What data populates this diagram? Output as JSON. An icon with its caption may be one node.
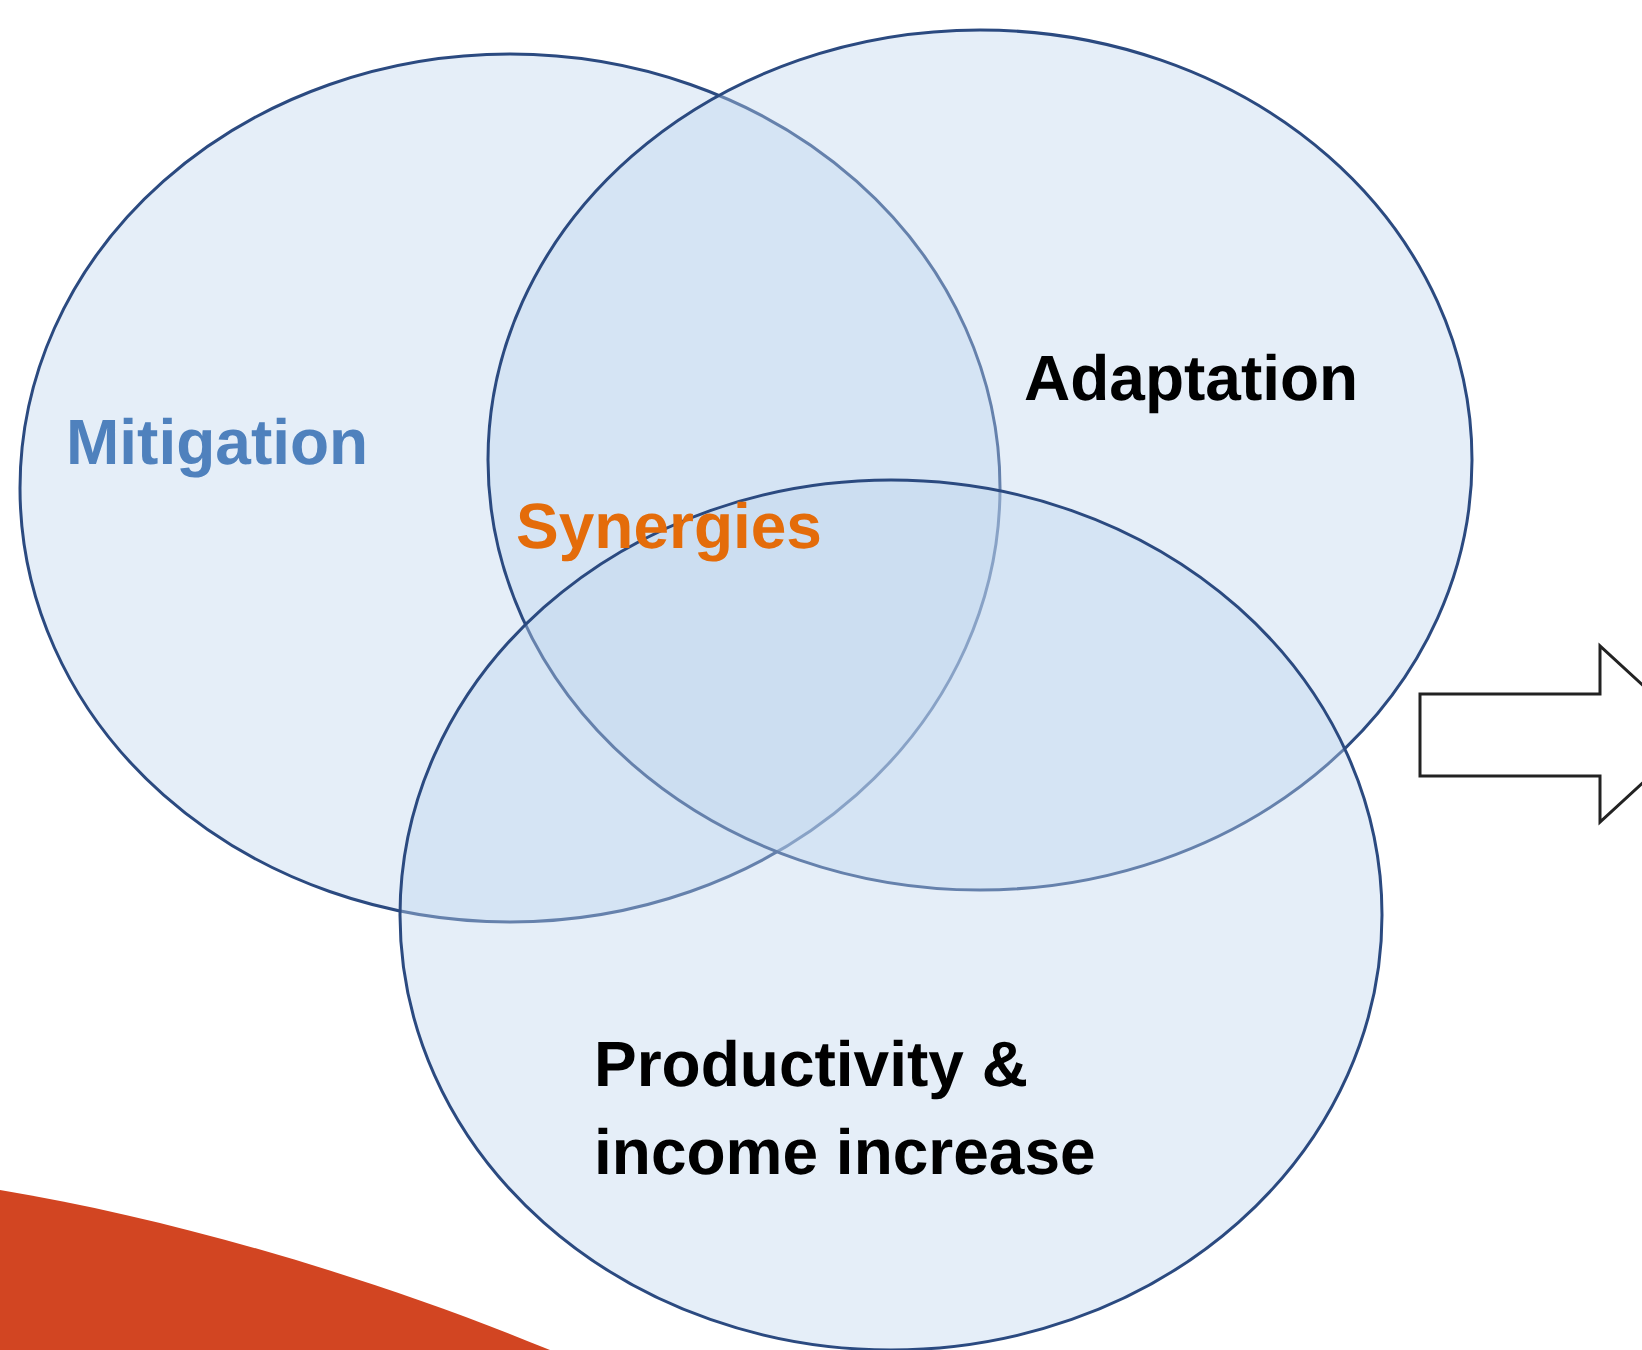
{
  "diagram": {
    "nodes": [
      {
        "text": [
          "Mitigation"
        ]
      },
      {
        "text": [
          "Adaptation"
        ]
      },
      {
        "text": [
          "Productivity & income increase"
        ]
      }
    ],
    "labels": [
      "Synergies"
    ]
  }
}
